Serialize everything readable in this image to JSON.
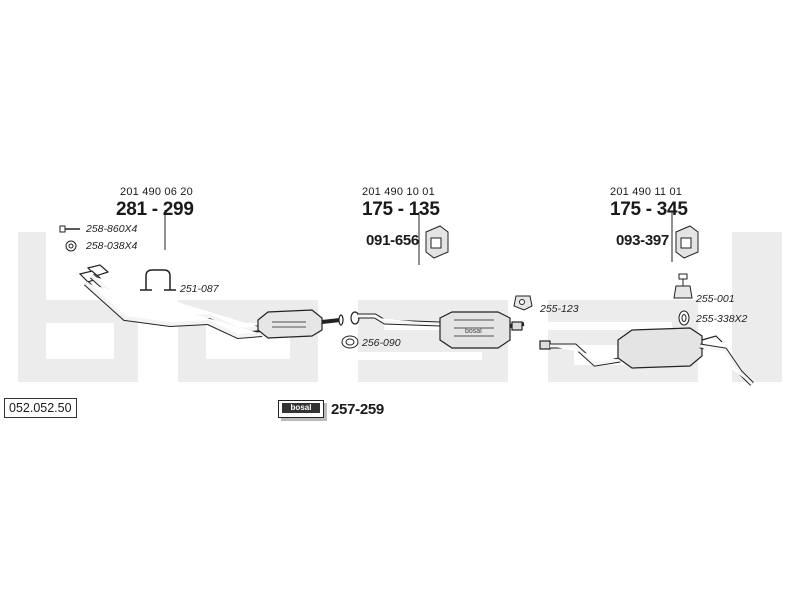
{
  "catalog_number": "052.052.50",
  "brand_watermark": "bosal",
  "groups": [
    {
      "oem": "201 490 06 20",
      "part": "281 - 299"
    },
    {
      "oem": "201 490 10 01",
      "part": "175 - 135",
      "mount": "091-656"
    },
    {
      "oem": "201 490 11 01",
      "part": "175 - 345",
      "mount": "093-397"
    }
  ],
  "small_parts": {
    "bolt": "258-860X4",
    "nut": "258-038X4",
    "clamp": "251-087",
    "seal_ring": "256-090",
    "hanger_mid": "255-123",
    "hanger_rear": "255-001",
    "ring_rear": "255-338X2"
  },
  "kit": {
    "logo": "bosal",
    "part": "257-259"
  }
}
